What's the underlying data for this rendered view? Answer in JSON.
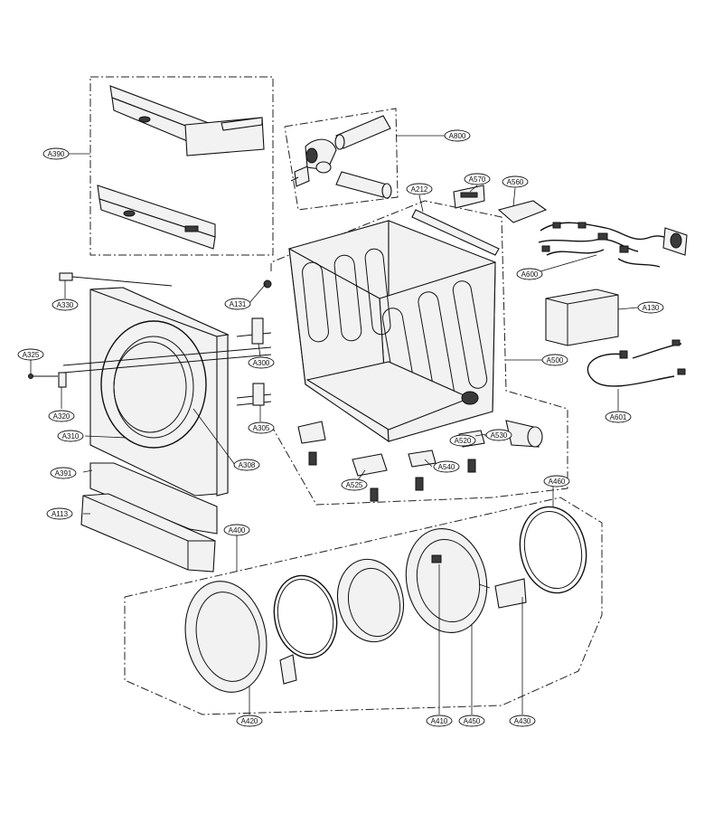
{
  "diagram": {
    "part_labels": [
      "A390",
      "A800",
      "A570",
      "A560",
      "A212",
      "A600",
      "A130",
      "A131",
      "A330",
      "A300",
      "A500",
      "A325",
      "A320",
      "A305",
      "A601",
      "A310",
      "A308",
      "A530",
      "A520",
      "A391",
      "A540",
      "A525",
      "A460",
      "A113",
      "A400",
      "A410",
      "A450",
      "A430",
      "A420"
    ]
  },
  "colors": {
    "line": "#111111",
    "background": "#ffffff",
    "label_fill": "#ffffff"
  }
}
